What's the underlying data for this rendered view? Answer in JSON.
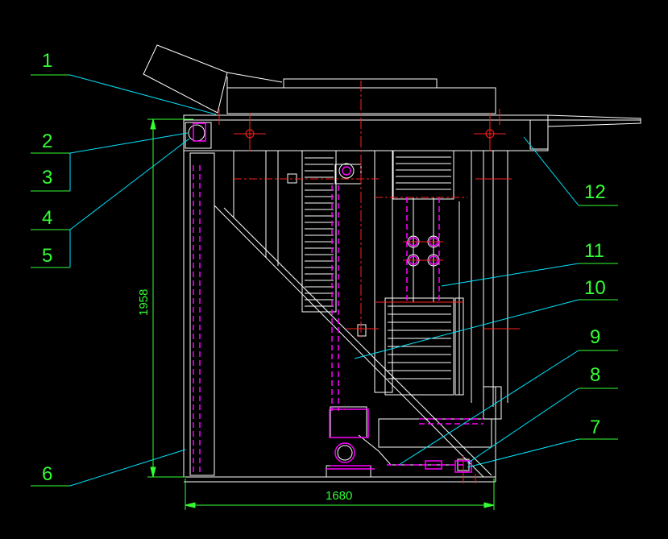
{
  "colors": {
    "background": "#000000",
    "outline": "#ffffff",
    "centerline": "#ff2020",
    "hidden": "#ff00ff",
    "dimension": "#33ff33",
    "leader": "#00e5ff"
  },
  "callouts": {
    "c1": "1",
    "c2": "2",
    "c3": "3",
    "c4": "4",
    "c5": "5",
    "c6": "6",
    "c7": "7",
    "c8": "8",
    "c9": "9",
    "c10": "10",
    "c11": "11",
    "c12": "12"
  },
  "dimensions": {
    "height": "1958",
    "width": "1680"
  }
}
